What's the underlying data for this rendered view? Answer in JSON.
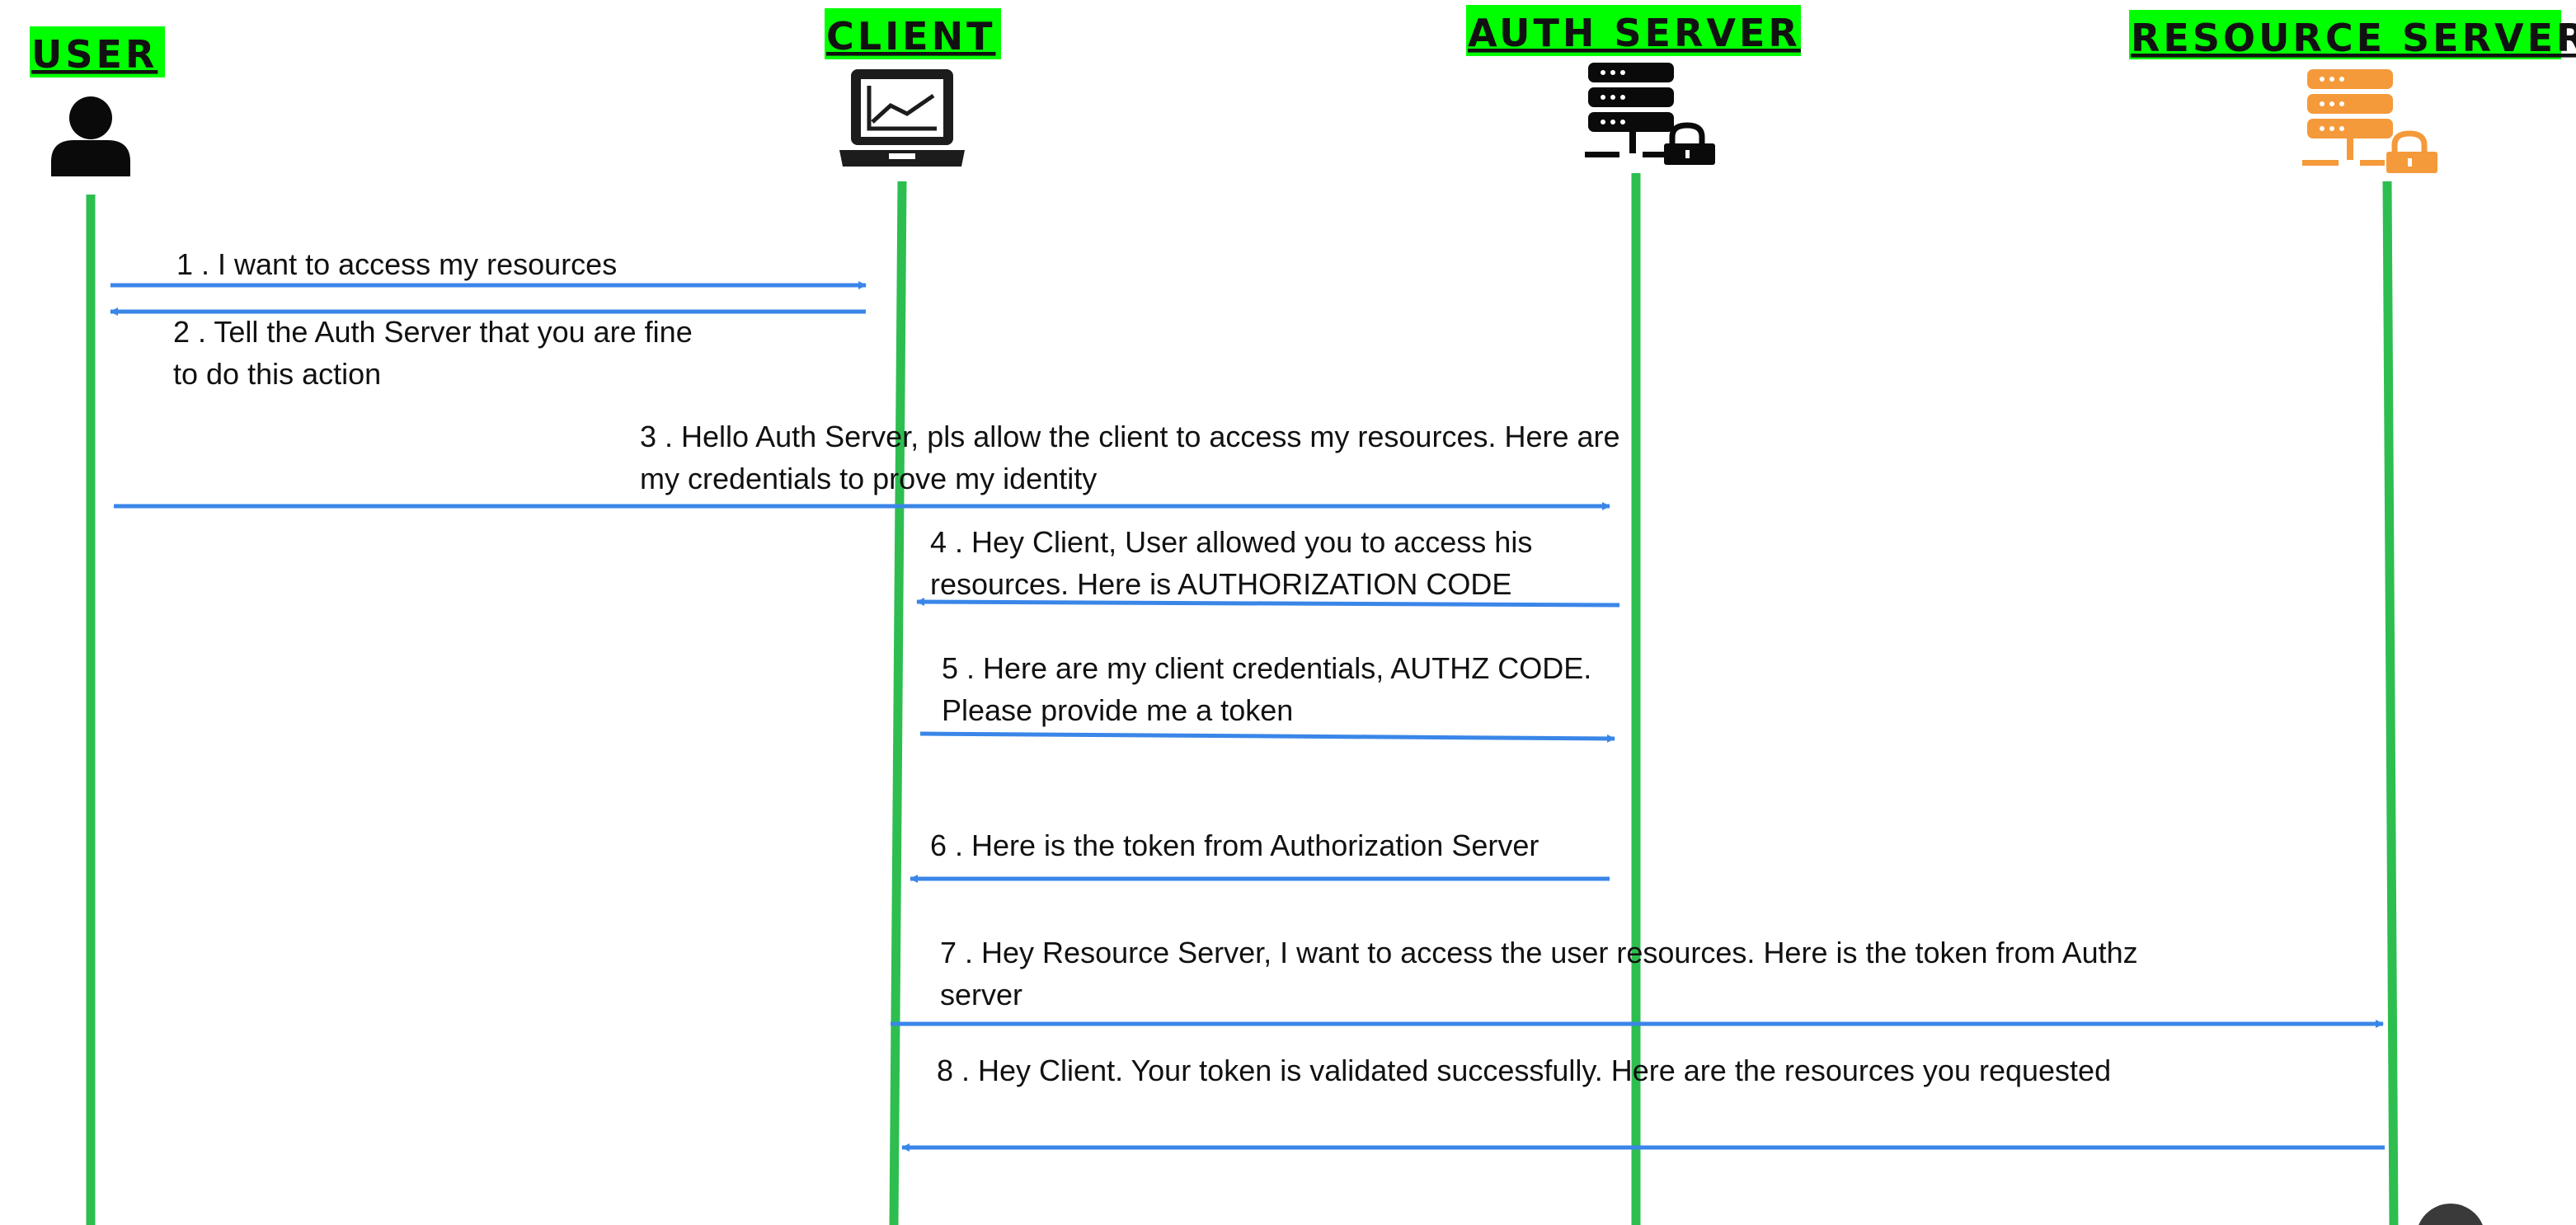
{
  "colors": {
    "lifeline": "#2dbe4f",
    "label_bg": "#00ff00",
    "arrow": "#3a86e8",
    "actor_icon": "#0a0a0a",
    "client_icon": "#1c1c1c",
    "resource_icon": "#f59a3a"
  },
  "actors": [
    {
      "id": "user",
      "label": "USER",
      "icon": "person-icon"
    },
    {
      "id": "client",
      "label": "CLIENT",
      "icon": "laptop-chart-icon"
    },
    {
      "id": "auth",
      "label": "AUTH SERVER",
      "icon": "server-lock-icon"
    },
    {
      "id": "resource",
      "label": "RESOURCE SERVER",
      "icon": "server-lock-icon"
    }
  ],
  "messages": [
    {
      "from": "user",
      "to": "client",
      "text": [
        "1 . I want to access my resources"
      ]
    },
    {
      "from": "client",
      "to": "user",
      "text": [
        "2 . Tell the Auth Server that you are fine",
        "to do this action"
      ]
    },
    {
      "from": "user",
      "to": "auth",
      "text": [
        "3 . Hello Auth Server, pls allow the client to access my resources. Here are",
        "my credentials to prove my identity"
      ]
    },
    {
      "from": "auth",
      "to": "client",
      "text": [
        "4 . Hey Client, User allowed you to access his",
        "resources. Here is AUTHORIZATION CODE"
      ]
    },
    {
      "from": "client",
      "to": "auth",
      "text": [
        "5 . Here are my client credentials, AUTHZ CODE.",
        "Please provide me a token"
      ]
    },
    {
      "from": "auth",
      "to": "client",
      "text": [
        "6 . Here is the token from Authorization Server"
      ]
    },
    {
      "from": "client",
      "to": "resource",
      "text": [
        "7 . Hey Resource Server,  I want to access the user resources. Here is the token from Authz",
        "server"
      ]
    },
    {
      "from": "resource",
      "to": "client",
      "text": [
        "8 . Hey Client. Your token is validated successfully. Here are the resources you requested"
      ]
    }
  ]
}
